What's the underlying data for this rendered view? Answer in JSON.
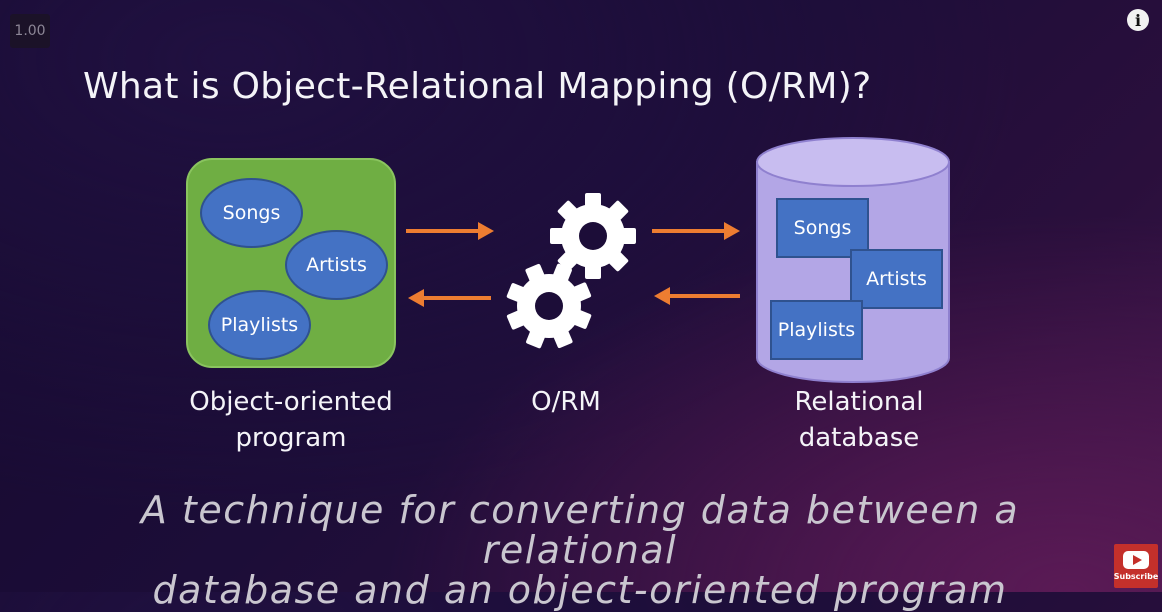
{
  "player": {
    "speed": "1.00",
    "info_icon": "info-icon",
    "info_label": "i",
    "subscribe_label": "Subscribe"
  },
  "slide": {
    "title": "What is Object-Relational Mapping (O/RM)?",
    "oop": {
      "items": [
        "Songs",
        "Artists",
        "Playlists"
      ],
      "caption_line1": "Object-oriented",
      "caption_line2": "program"
    },
    "orm": {
      "caption": "O/RM"
    },
    "db": {
      "items": [
        "Songs",
        "Artists",
        "Playlists"
      ],
      "caption_line1": "Relational",
      "caption_line2": "database"
    },
    "tagline_line1": "A technique for converting data between a relational",
    "tagline_line2": "database and an object-oriented program"
  },
  "colors": {
    "oop_green": "#6fae43",
    "entity_blue": "#4472c4",
    "cylinder_lavender": "#b3a6e6",
    "arrow_orange": "#ed7d31"
  }
}
